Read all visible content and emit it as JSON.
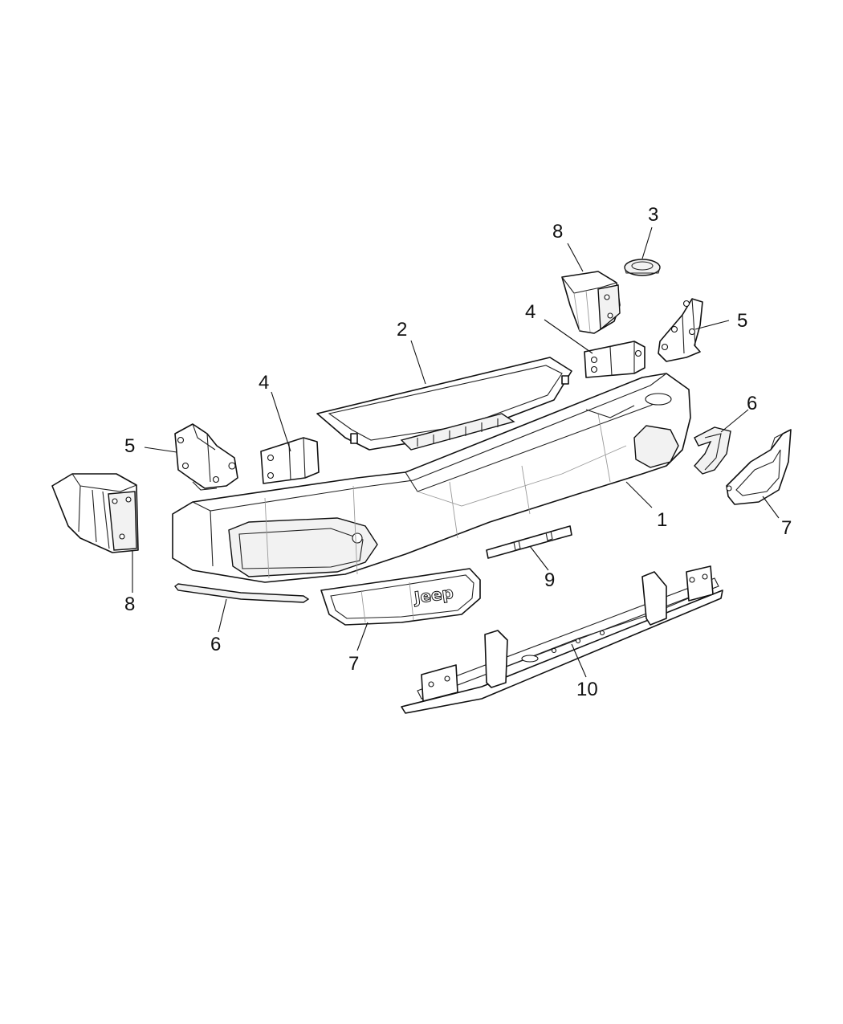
{
  "callouts": [
    {
      "id": "c1",
      "text": "1"
    },
    {
      "id": "c2",
      "text": "2"
    },
    {
      "id": "c3",
      "text": "3"
    },
    {
      "id": "c4a",
      "text": "4"
    },
    {
      "id": "c4b",
      "text": "4"
    },
    {
      "id": "c5a",
      "text": "5"
    },
    {
      "id": "c5b",
      "text": "5"
    },
    {
      "id": "c6a",
      "text": "6"
    },
    {
      "id": "c6b",
      "text": "6"
    },
    {
      "id": "c7a",
      "text": "7"
    },
    {
      "id": "c7b",
      "text": "7"
    },
    {
      "id": "c8a",
      "text": "8"
    },
    {
      "id": "c8b",
      "text": "8"
    },
    {
      "id": "c9",
      "text": "9"
    },
    {
      "id": "c10",
      "text": "10"
    }
  ],
  "logo_text": "Jeep"
}
